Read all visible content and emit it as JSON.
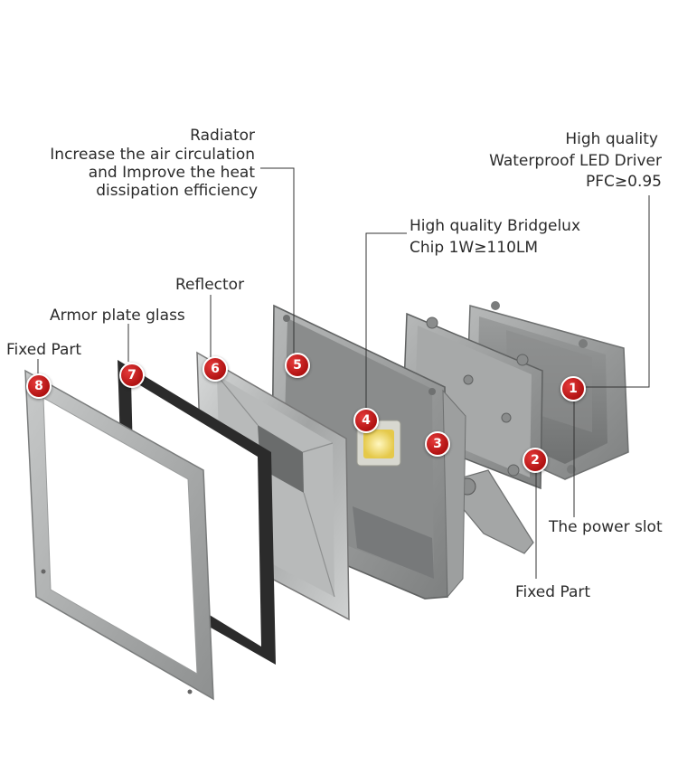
{
  "labels": {
    "radiator_title": "Radiator",
    "radiator_line1": "Increase the air circulation",
    "radiator_line2": "and Improve the heat",
    "radiator_line3": "dissipation efficiency",
    "driver_line1": "High quality",
    "driver_line2": "Waterproof LED Driver",
    "driver_line3": "PFC≥0.95",
    "chip_line1": "High quality Bridgelux",
    "chip_line2": "Chip 1W≥110LM",
    "reflector": "Reflector",
    "armor_glass": "Armor plate glass",
    "fixed_part_front": "Fixed Part",
    "power_slot": "The power slot",
    "fixed_part_rear": "Fixed Part"
  },
  "badges": {
    "b1": "1",
    "b2": "2",
    "b3": "3",
    "b4": "4",
    "b5": "5",
    "b6": "6",
    "b7": "7",
    "b8": "8"
  },
  "colors": {
    "badge": "#c21c1c",
    "frame": "#a9abab",
    "glass_frame": "#2a2a2a",
    "leader": "#333333"
  }
}
